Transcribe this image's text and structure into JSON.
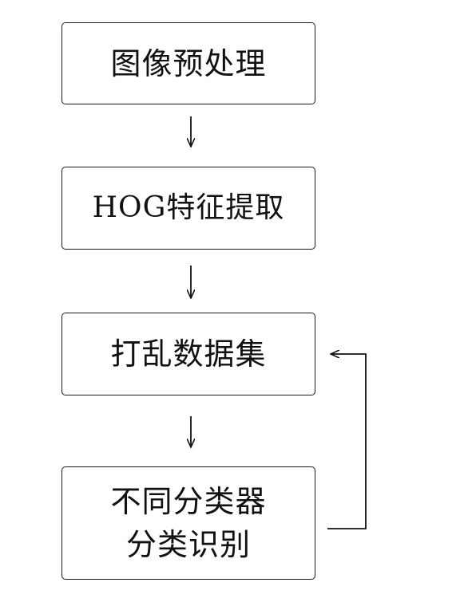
{
  "flowchart": {
    "steps": [
      {
        "label": "图像预处理"
      },
      {
        "label": "HOG特征提取"
      },
      {
        "label": "打乱数据集"
      },
      {
        "label_line1": "不同分类器",
        "label_line2": "分类识别"
      }
    ]
  }
}
